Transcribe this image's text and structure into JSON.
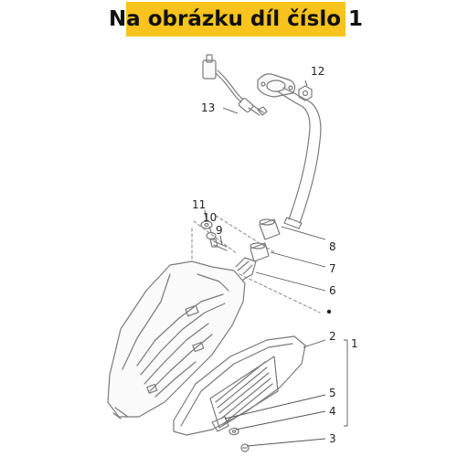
{
  "banner": {
    "text": "Na obrázku díl číslo 1"
  },
  "callouts": {
    "c1": "1",
    "c2": "2",
    "c3": "3",
    "c4": "4",
    "c5": "5",
    "c6": "6",
    "c7": "7",
    "c8": "8",
    "c9": "9",
    "c10": "10",
    "c11": "11",
    "c12": "12",
    "c13": "13"
  },
  "colors": {
    "banner": "#f7c31c",
    "line": "#7a7a7a",
    "leader": "#555555"
  }
}
